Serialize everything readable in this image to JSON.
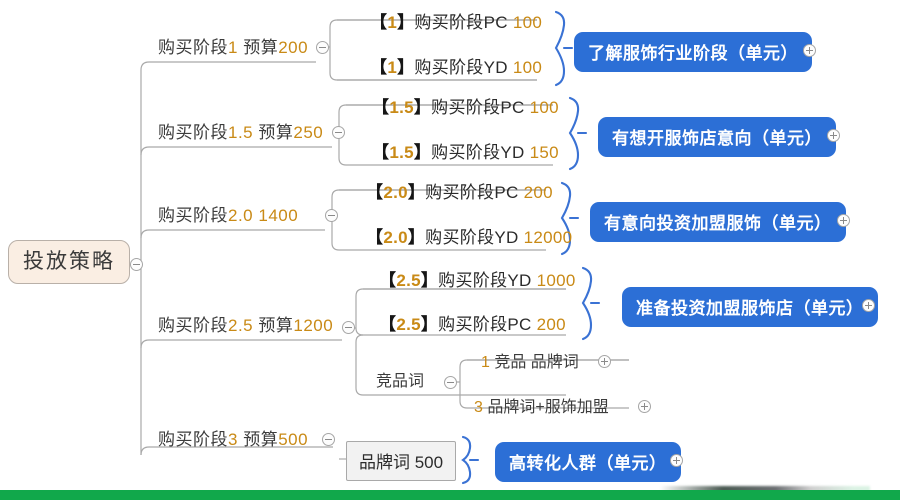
{
  "mindmap": {
    "root": {
      "label": "投放策略",
      "toggle": "collapse-toggle"
    },
    "branches": [
      {
        "label": "购买阶段1 预算200",
        "children": [
          {
            "label": "【1】购买阶段PC 100"
          },
          {
            "label": "【1】购买阶段YD 100"
          }
        ],
        "group": {
          "label": "了解服饰行业阶段（单元）",
          "toggle": "expand-toggle"
        }
      },
      {
        "label": "购买阶段1.5 预算250",
        "children": [
          {
            "label": "【1.5】购买阶段PC 100"
          },
          {
            "label": "【1.5】购买阶段YD 150"
          }
        ],
        "group": {
          "label": "有想开服饰店意向（单元）",
          "toggle": "expand-toggle"
        }
      },
      {
        "label": "购买阶段2.0 1400",
        "children": [
          {
            "label": "【2.0】购买阶段PC 200"
          },
          {
            "label": "【2.0】购买阶段YD 12000"
          }
        ],
        "group": {
          "label": "有意向投资加盟服饰（单元）",
          "toggle": "expand-toggle"
        }
      },
      {
        "label": "购买阶段2.5 预算1200",
        "children": [
          {
            "label": "【2.5】购买阶段YD 1000"
          },
          {
            "label": "【2.5】购买阶段PC 200"
          }
        ],
        "group": {
          "label": "准备投资加盟服饰店（单元）",
          "toggle": "expand-toggle"
        },
        "sub": {
          "label": "竞品词",
          "children": [
            {
              "label": "1 竞品 品牌词"
            },
            {
              "label": "3 品牌词+服饰加盟"
            }
          ]
        }
      },
      {
        "label": "购买阶段3 预算500",
        "leaf": {
          "label": "品牌词 500"
        },
        "group": {
          "label": "高转化人群（单元）",
          "toggle": "expand-toggle"
        }
      }
    ]
  },
  "colors": {
    "pill": "#2c6fd6",
    "root_fill": "#faeee3",
    "brace": "#3a72d4",
    "strip": "#11a84b",
    "accent_number": "#c98a16"
  }
}
